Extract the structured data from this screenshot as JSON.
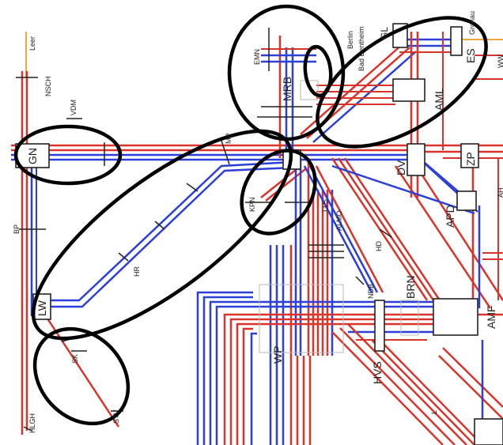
{
  "stations": {
    "leer": "Leer",
    "nsch": "NSCH",
    "vdm": "VDM",
    "gn": "GN",
    "bp": "BP",
    "lw": "LW",
    "hlgh": "HLGH",
    "sk": "SK",
    "stv": "STV",
    "hr": "HR",
    "mp": "MP",
    "emn": "EMN",
    "mrb": "MRB",
    "berlin": "Berlin",
    "badbentheim": "Bad Bentheim",
    "gl": "GL",
    "es": "ES",
    "gronau": "Gronau",
    "ww": "WW",
    "aml": "AML",
    "dv": "DV",
    "zp": "ZP",
    "ah": "AH",
    "kpn": "KPN",
    "lls": "LLS",
    "almo": "ALMO",
    "apd": "APD",
    "hd": "HD",
    "ndb": "NDB",
    "brn": "BRN",
    "amf": "AMF",
    "wp": "WP",
    "hvs": "HVS",
    "l": "L"
  },
  "colors": {
    "intercity_line": "#d9342b",
    "regional_line": "#2c3fd6",
    "branch_line": "#f0a640",
    "highlight_ring": "#000000"
  }
}
